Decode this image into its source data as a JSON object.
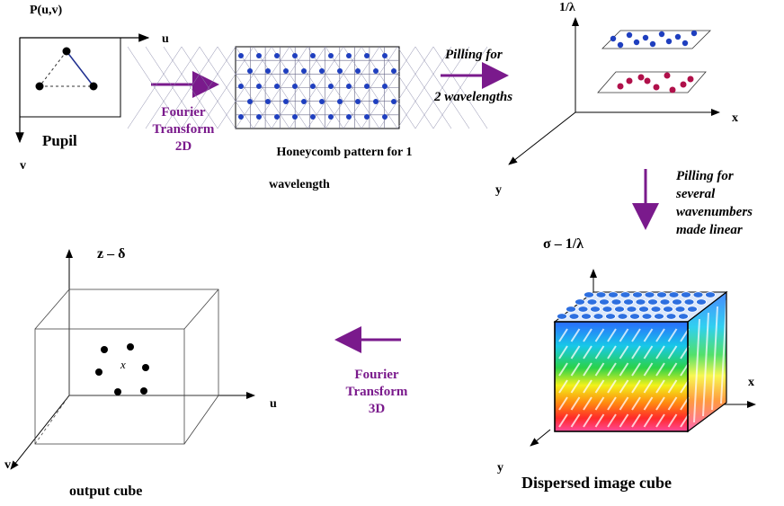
{
  "pupil": {
    "label": "P(u,v)",
    "axis_u": "u",
    "axis_v": "v",
    "caption": "Pupil"
  },
  "fourier2d": {
    "line1": "Fourier",
    "line2": "Transform",
    "line3": "2D"
  },
  "honeycomb": {
    "caption_line1": "Honeycomb pattern for 1",
    "caption_line2": "wavelength"
  },
  "pilling2": {
    "line1": "Pilling for",
    "line2": "2 wavelengths"
  },
  "stack3d": {
    "axis_z": "1/λ",
    "axis_x": "x",
    "axis_y": "y"
  },
  "pilling_several": {
    "line1": "Pilling for",
    "line2": "several",
    "line3": "wavenumbers",
    "line4": "made linear"
  },
  "dispersed_cube": {
    "axis_z": "σ – 1/λ",
    "axis_x": "x",
    "axis_y": "y",
    "caption": "Dispersed image cube"
  },
  "fourier3d": {
    "line1": "Fourier",
    "line2": "Transform",
    "line3": "3D"
  },
  "output_cube": {
    "axis_z": "z – δ",
    "axis_u": "u",
    "axis_v": "v",
    "center_mark": "x",
    "caption": "output cube"
  },
  "colors": {
    "arrow_purple": "#7a1a8c",
    "blue_dots": "#1f3fbf",
    "red_dots": "#b0104a"
  }
}
